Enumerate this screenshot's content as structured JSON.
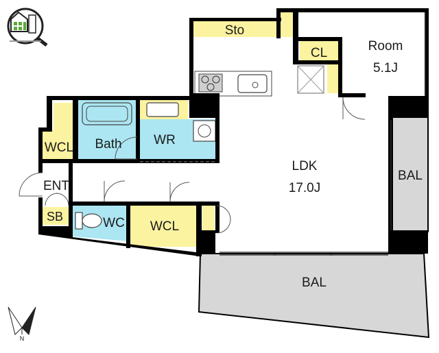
{
  "rooms": {
    "sto": "Sto",
    "room": "Room",
    "room_size": "5.1J",
    "cl": "CL",
    "wcl_left": "WCL",
    "bath": "Bath",
    "wr": "WR",
    "ldk": "LDK",
    "ldk_size": "17.0J",
    "ent": "ENT",
    "sb": "SB",
    "wc": "WC",
    "wcl_bottom": "WCL",
    "bal_right": "BAL",
    "bal_bottom": "BAL"
  },
  "compass": {
    "north": "N"
  },
  "colors": {
    "yellow": "#FCF3A0",
    "blue": "#ABE6F2",
    "gray": "#D7D7D7",
    "wall": "#000000",
    "logo_green": "#5BA93A"
  }
}
